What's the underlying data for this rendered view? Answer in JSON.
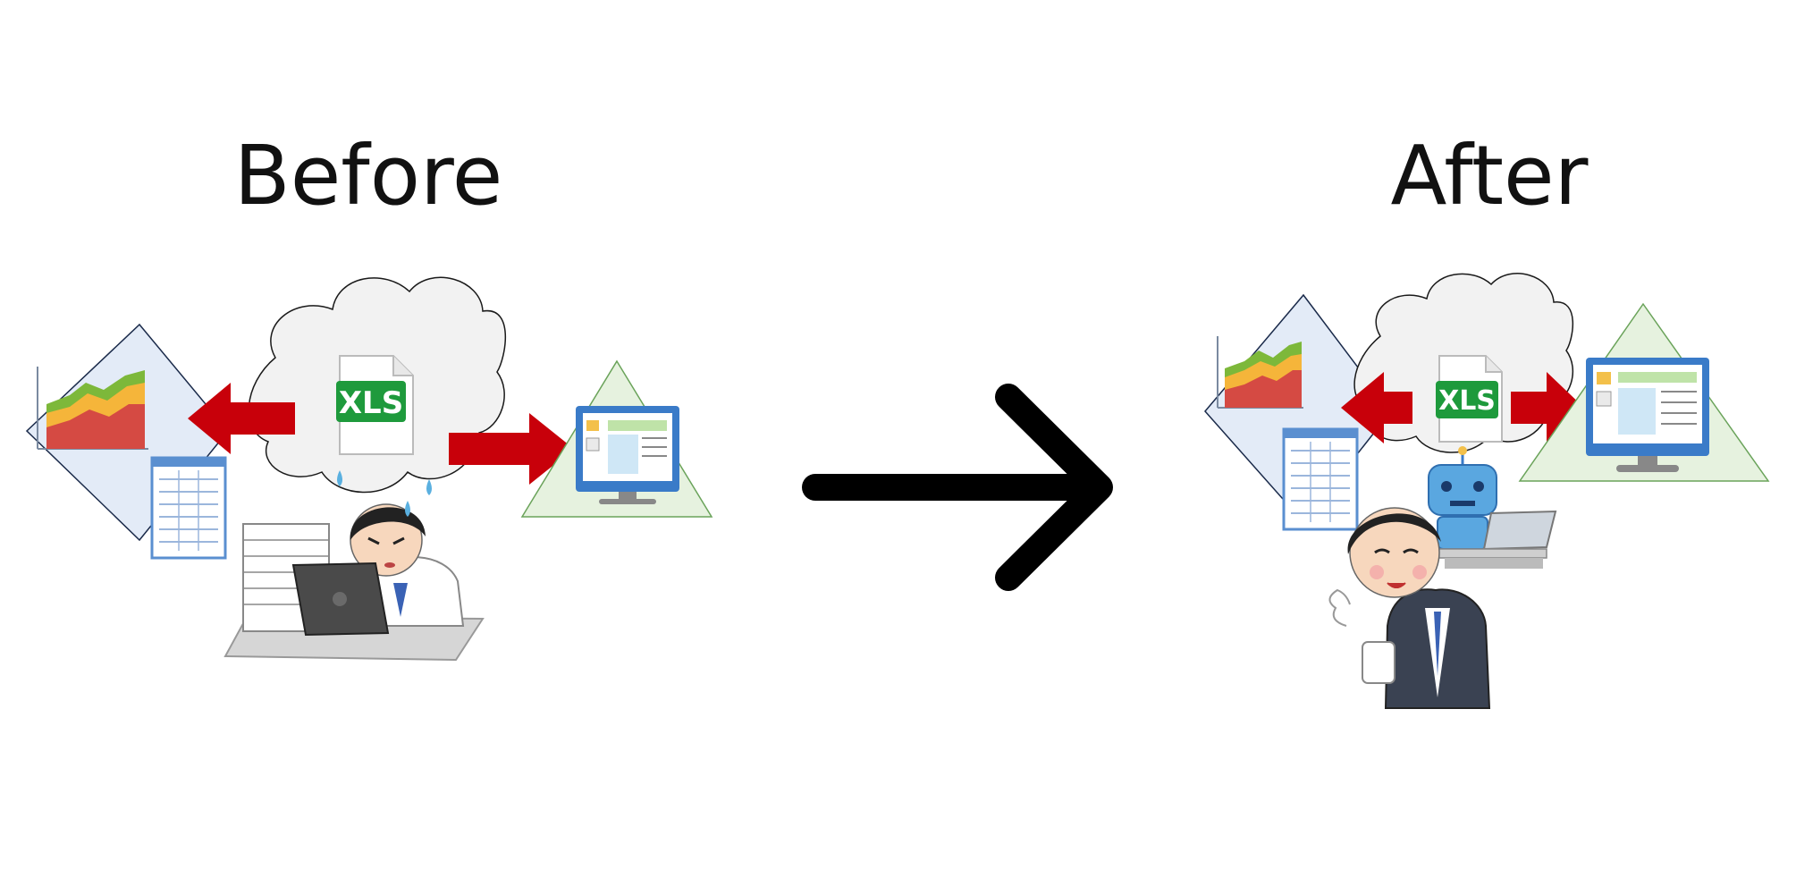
{
  "headings": {
    "before": "Before",
    "after": "After"
  },
  "file_badge": {
    "label": "XLS"
  },
  "colors": {
    "flow_arrow": "#c8000a",
    "transition_arrow": "#000000",
    "cloud_fill": "#f2f2f2",
    "diamond_fill": "#e3ebf7",
    "triangle_fill": "#e6f2df",
    "xls_green": "#1e9a3c",
    "monitor_blue": "#3a7bc8"
  },
  "icons": [
    "chart-icon",
    "spreadsheet-icon",
    "xls-file-icon",
    "monitor-icon",
    "stressed-worker",
    "relaxed-worker",
    "robot-icon",
    "laptop-icon"
  ]
}
